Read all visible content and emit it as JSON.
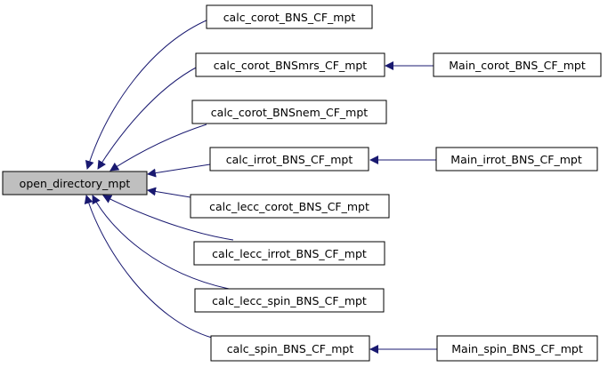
{
  "colors": {
    "edge": "#191970",
    "node_border": "#000000",
    "node_fill": "#ffffff",
    "root_fill": "#bfbfbf"
  },
  "nodes": {
    "root": "open_directory_mpt",
    "callers": [
      "calc_corot_BNS_CF_mpt",
      "calc_corot_BNSmrs_CF_mpt",
      "calc_corot_BNSnem_CF_mpt",
      "calc_irrot_BNS_CF_mpt",
      "calc_lecc_corot_BNS_CF_mpt",
      "calc_lecc_irrot_BNS_CF_mpt",
      "calc_lecc_spin_BNS_CF_mpt",
      "calc_spin_BNS_CF_mpt"
    ],
    "mains": [
      "Main_corot_BNS_CF_mpt",
      "Main_irrot_BNS_CF_mpt",
      "Main_spin_BNS_CF_mpt"
    ]
  }
}
